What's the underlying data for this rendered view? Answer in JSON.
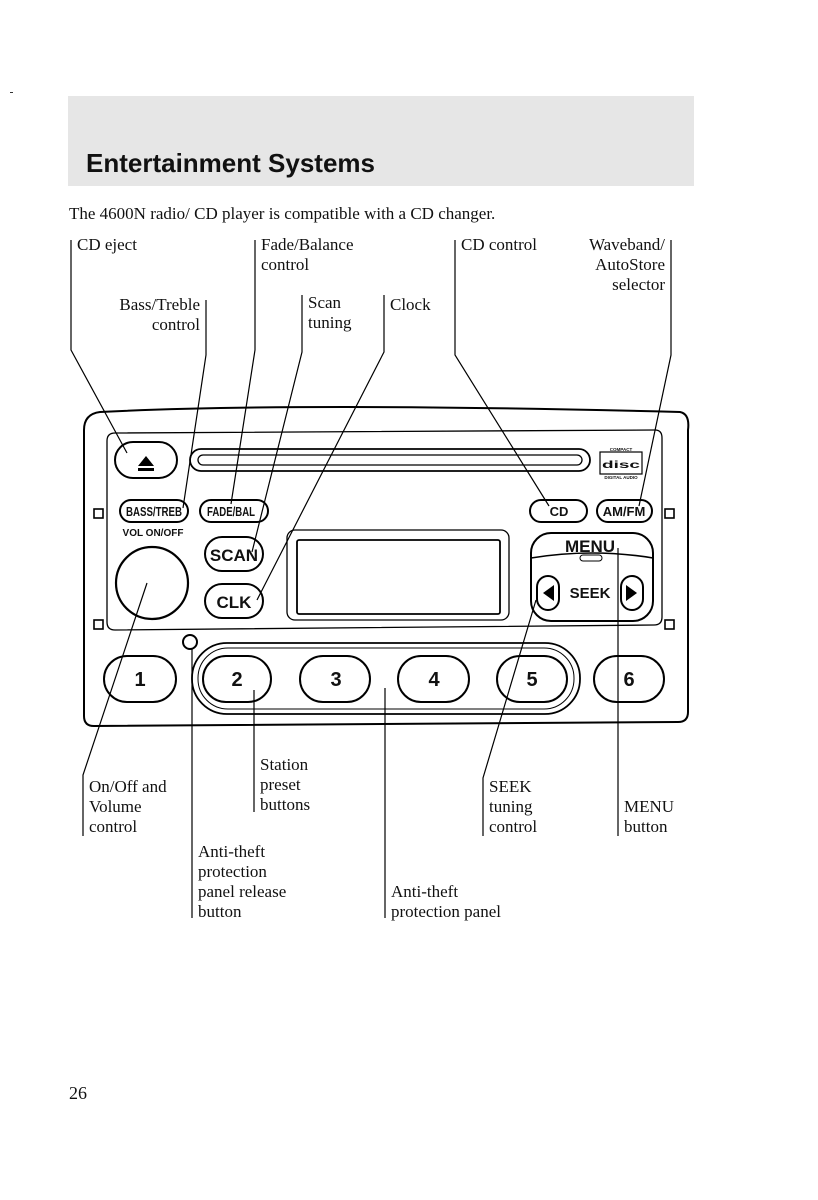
{
  "header": {
    "title": "Entertainment Systems"
  },
  "intro": "The 4600N radio/ CD player is compatible with a CD changer.",
  "page_number": "26",
  "radio": {
    "bass_treb": "BASS/TREB",
    "fade_bal": "FADE/BAL",
    "vol_on_off": "VOL  ON/OFF",
    "scan": "SCAN",
    "clk": "CLK",
    "cd": "CD",
    "am_fm": "AM/FM",
    "menu": "MENU",
    "seek": "SEEK",
    "logo_line1": "COMPACT",
    "logo_line2": "DIGITAL AUDIO",
    "presets": [
      "1",
      "2",
      "3",
      "4",
      "5",
      "6"
    ],
    "eject_icon": "eject-icon",
    "seek_left_icon": "triangle-left-icon",
    "seek_right_icon": "triangle-right-icon"
  },
  "callouts": {
    "cd_eject": [
      "CD eject"
    ],
    "fade_balance": [
      "Fade/Balance",
      "control"
    ],
    "cd_control": [
      "CD control"
    ],
    "waveband": [
      "Waveband/",
      "AutoStore",
      "selector"
    ],
    "bass_treble": [
      "Bass/Treble",
      "control"
    ],
    "scan_tuning": [
      "Scan",
      "tuning"
    ],
    "clock": [
      "Clock"
    ],
    "on_off_volume": [
      "On/Off and",
      "Volume",
      "control"
    ],
    "station_preset": [
      "Station",
      "preset",
      "buttons"
    ],
    "seek_tuning": [
      "SEEK",
      "tuning",
      "control"
    ],
    "menu_button": [
      "MENU",
      "button"
    ],
    "anti_theft_release": [
      "Anti-theft",
      "protection",
      "panel release",
      "button"
    ],
    "anti_theft_panel": [
      "Anti-theft",
      "protection panel"
    ]
  }
}
